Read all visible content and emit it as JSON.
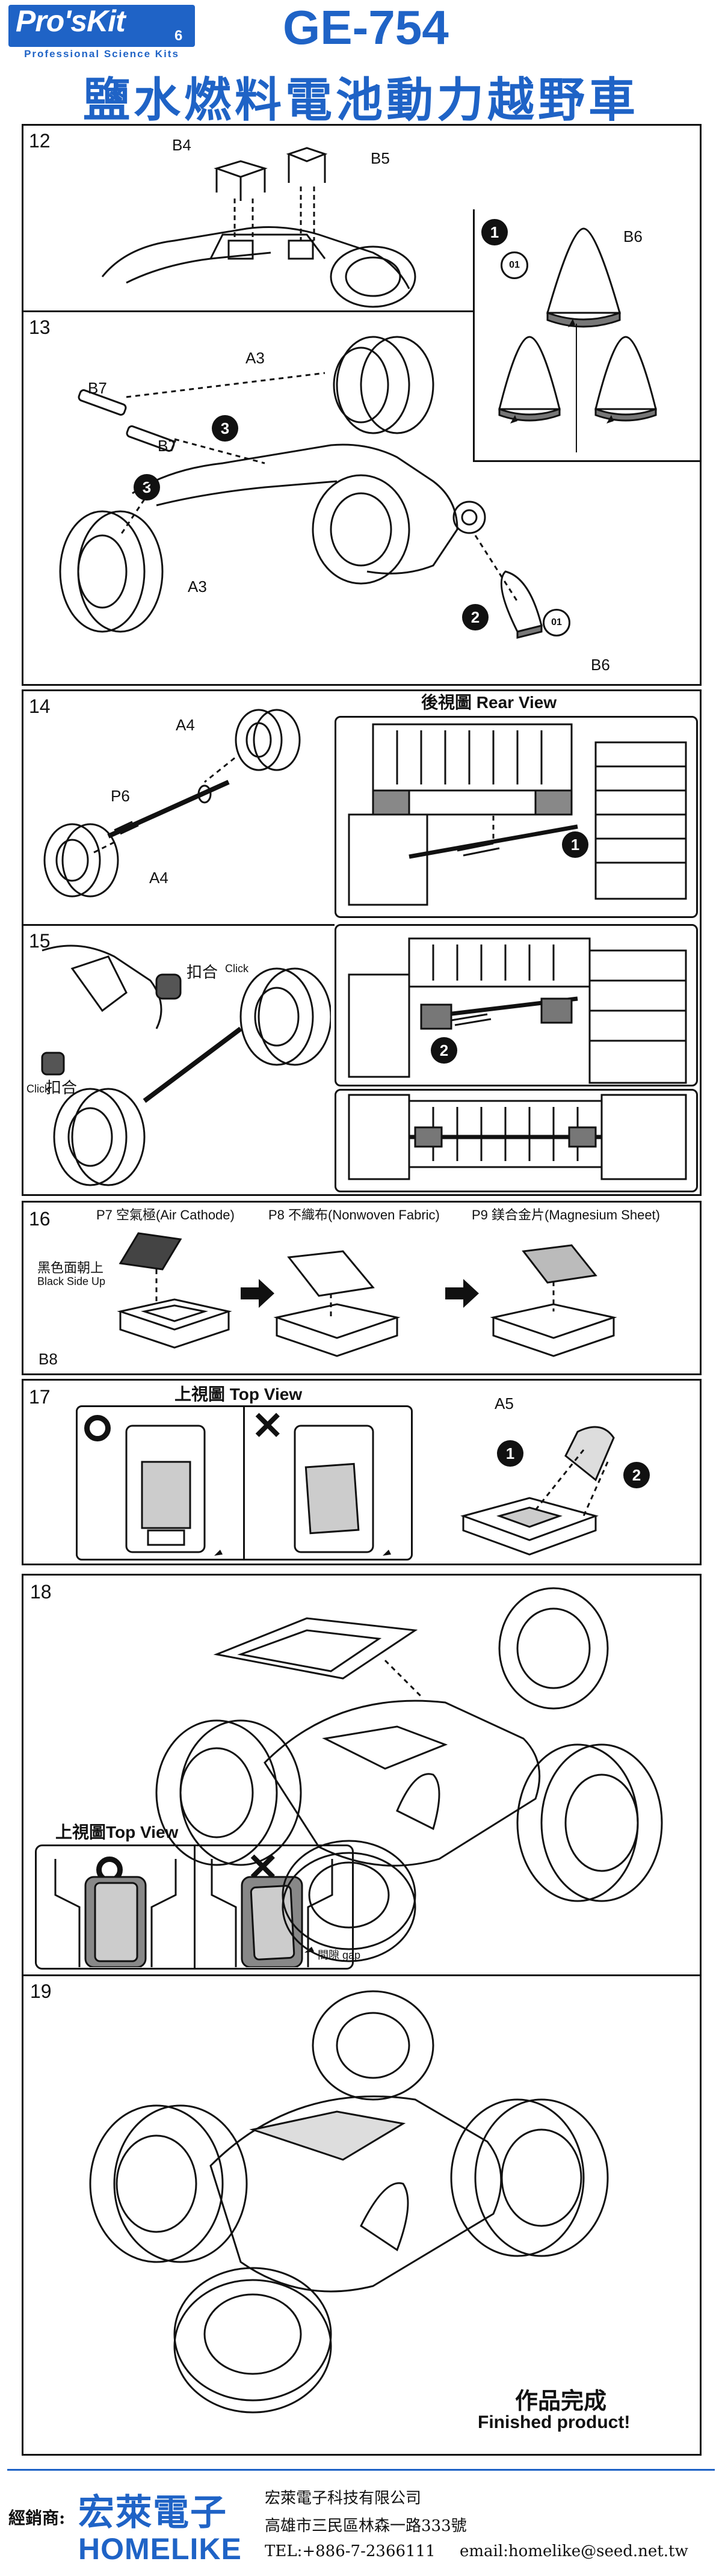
{
  "header": {
    "logo_word": "Pro'sKit",
    "logo_number": "6",
    "logo_sub": "Professional Science Kits",
    "model": "GE-754",
    "title": "鹽水燃料電池動力越野車"
  },
  "steps": {
    "s12": {
      "num": "12",
      "parts": {
        "b4": "B4",
        "b5": "B5",
        "b6": "B6"
      },
      "badge1": "1",
      "ring": "01"
    },
    "s13": {
      "num": "13",
      "parts": {
        "a3_top": "A3",
        "a3_bottom": "A3",
        "b7_top": "B7",
        "b7_mid": "B7",
        "b6": "B6"
      },
      "badge3a": "3",
      "badge3b": "3",
      "badge2": "2",
      "ring": "01"
    },
    "s14": {
      "num": "14",
      "parts": {
        "a4_top": "A4",
        "p6": "P6",
        "a4_bottom": "A4"
      },
      "rear_view": "後視圖 Rear View",
      "badge1": "1"
    },
    "s15": {
      "num": "15",
      "click1": "扣合",
      "click1_en": "Click",
      "click2": "扣合",
      "click2_en": "Click",
      "badge2": "2"
    },
    "s16": {
      "num": "16",
      "p7": "P7 空氣極(Air Cathode)",
      "p8": "P8 不織布(Nonwoven Fabric)",
      "p9": "P9 鎂合金片(Magnesium Sheet)",
      "black_side_cn": "黑色面朝上",
      "black_side_en": "Black Side Up",
      "b8": "B8"
    },
    "s17": {
      "num": "17",
      "top_view": "上視圖 Top View",
      "a5": "A5",
      "badge1": "1",
      "badge2": "2"
    },
    "s18": {
      "num": "18",
      "top_view": "上視圖Top View",
      "gap": "間隙 gap"
    },
    "s19": {
      "num": "19",
      "finished_cn": "作品完成",
      "finished_en": "Finished product!"
    }
  },
  "footer": {
    "distributor": "經銷商:",
    "brand_cn": "宏萊電子",
    "brand_en": "HOMELIKE",
    "company": "宏萊電子科技有限公司",
    "address": "高雄市三民區林森一路333號",
    "tel": "TEL:+886-7-2366111",
    "email": "email:homelike@seed.net.tw"
  }
}
